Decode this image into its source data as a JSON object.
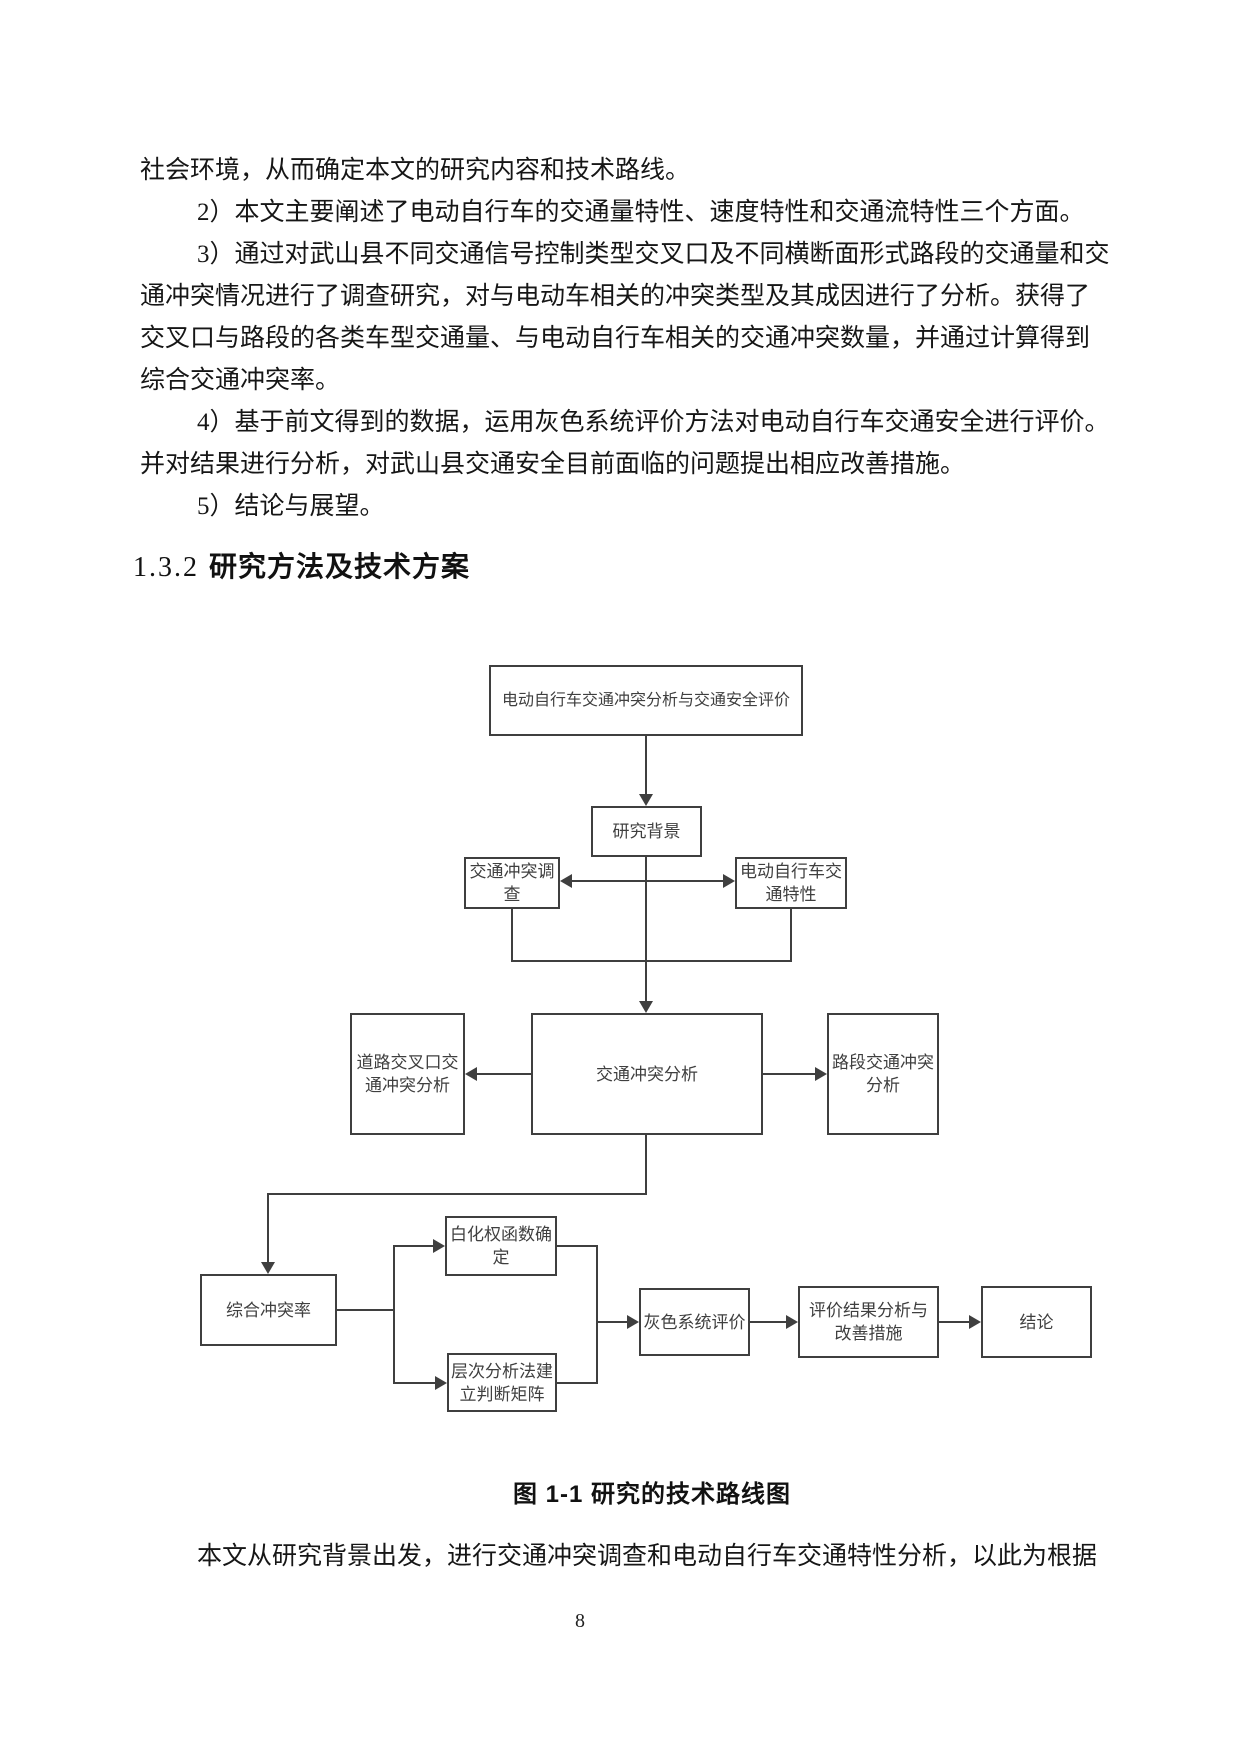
{
  "document": {
    "body_lines": [
      "社会环境，从而确定本文的研究内容和技术路线。",
      "2）本文主要阐述了电动自行车的交通量特性、速度特性和交通流特性三个方面。",
      "3）通过对武山县不同交通信号控制类型交叉口及不同横断面形式路段的交通量和交",
      "通冲突情况进行了调查研究，对与电动车相关的冲突类型及其成因进行了分析。获得了",
      "交叉口与路段的各类车型交通量、与电动自行车相关的交通冲突数量，并通过计算得到",
      "综合交通冲突率。",
      "4）基于前文得到的数据，运用灰色系统评价方法对电动自行车交通安全进行评价。",
      "并对结果进行分析，对武山县交通安全目前面临的问题提出相应改善措施。",
      "5）结论与展望。"
    ],
    "heading": {
      "number": "1.3.2",
      "title": "研究方法及技术方案"
    },
    "figure_caption": "图 1-1  研究的技术路线图",
    "closing_line": "本文从研究背景出发，进行交通冲突调查和电动自行车交通特性分析，以此为根据",
    "page_number": "8"
  },
  "flowchart": {
    "nodes": {
      "root": "电动自行车交通冲突分析与交通安全评价",
      "research_background": "研究背景",
      "conflict_survey": "交通冲突调查",
      "ebike_characteristics": "电动自行车交通特性",
      "conflict_analysis": "交通冲突分析",
      "intersection_conflict": "道路交叉口交通冲突分析",
      "segment_conflict": "路段交通冲突分析",
      "composite_conflict_rate": "综合冲突率",
      "whitening_weight_function": "白化权函数确定",
      "ahp_judgment_matrix": "层次分析法建立判断矩阵",
      "grey_system_evaluation": "灰色系统评价",
      "evaluation_improvement": "评价结果分析与改善措施",
      "conclusion": "结论"
    },
    "colors": {
      "line_and_border": "#3f3f3f",
      "page_background": "#ffffff",
      "body_text": "#161616"
    }
  }
}
